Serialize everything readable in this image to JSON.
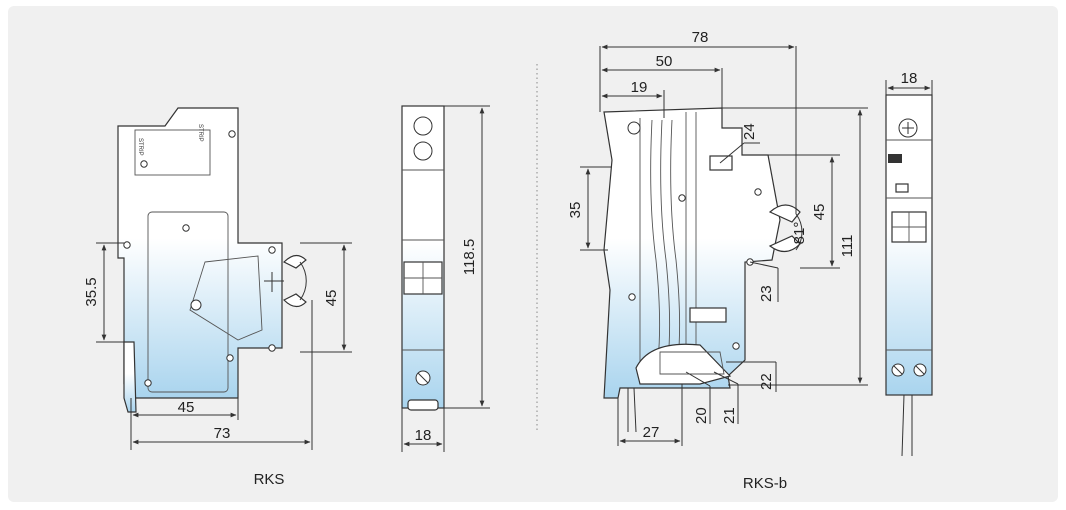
{
  "colors": {
    "panel": "#f0f0f0",
    "accent": "#a9d4ee",
    "line": "#333333"
  },
  "rks": {
    "caption": "RKS",
    "side": {
      "height_left": "35.5",
      "height_right": "45",
      "width_inner": "45",
      "width_total": "73"
    },
    "front": {
      "height": "118.5",
      "width": "18"
    },
    "labels": {
      "strip1": "STRIP",
      "strip2": "STRIP"
    }
  },
  "rksb": {
    "caption": "RKS-b",
    "side": {
      "w78": "78",
      "w50": "50",
      "w19": "19",
      "h35": "35",
      "h45": "45",
      "angle": "81°",
      "h111": "111",
      "w27": "27",
      "callouts": [
        "24",
        "23",
        "22",
        "20",
        "21"
      ]
    },
    "front": {
      "width": "18"
    }
  }
}
